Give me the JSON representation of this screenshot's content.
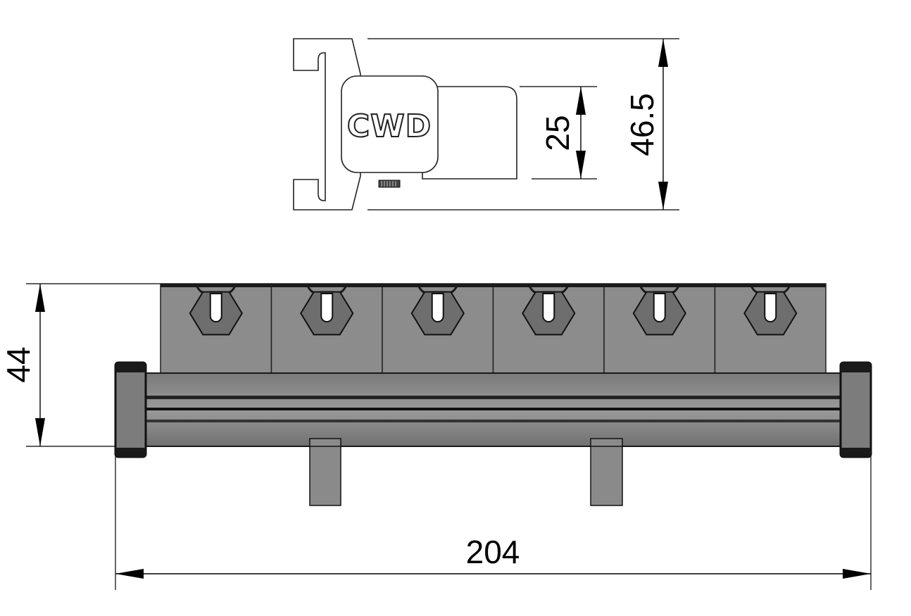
{
  "end_view": {
    "logo_text": "CWD",
    "dim_inner_height": "25",
    "dim_total_height": "46.5"
  },
  "side_view": {
    "segment_count": 6,
    "dim_height": "44",
    "dim_length": "204"
  },
  "colors": {
    "segment_fill": "#8c8c8c",
    "rail_fill": "#8a8a8a",
    "dark_edge": "#1a1a1a",
    "line": "#000000"
  }
}
